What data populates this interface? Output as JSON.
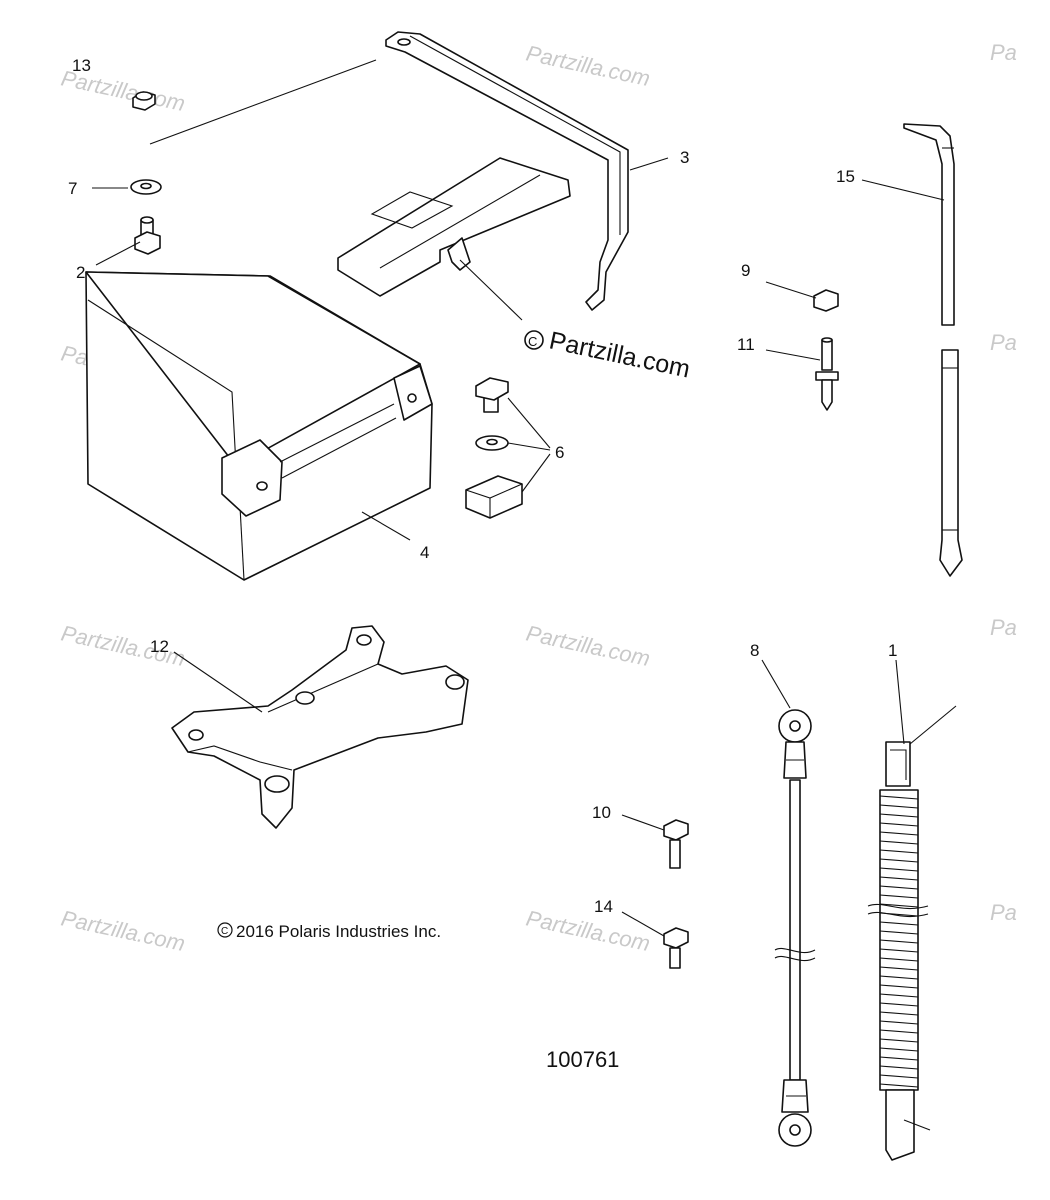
{
  "watermarks": {
    "repeat_text": "Partzilla.com",
    "edge_text": "Pa",
    "main_text": "Partzilla.com"
  },
  "callouts": {
    "c1": "1",
    "c2": "2",
    "c3": "3",
    "c4": "4",
    "c6": "6",
    "c7": "7",
    "c8": "8",
    "c9": "9",
    "c10": "10",
    "c11": "11",
    "c12": "12",
    "c13": "13",
    "c14": "14",
    "c15": "15"
  },
  "copyright": "2016 Polaris Industries Inc.",
  "figure_number": "100761",
  "icons": [
    "copyright-symbol"
  ]
}
